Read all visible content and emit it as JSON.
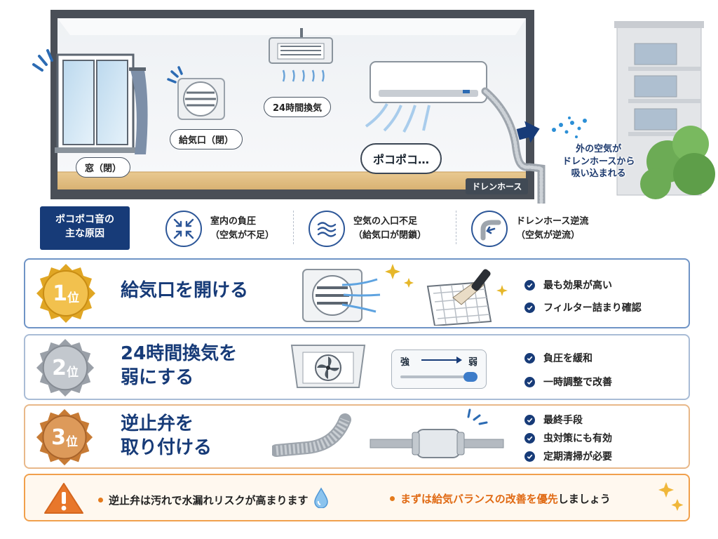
{
  "scene": {
    "window_label": "窓（閉）",
    "supply_vent_label": "給気口（閉）",
    "ventilation_label": "24時間換気",
    "sound_bubble": "ポコポコ…",
    "drain_hose_label": "ドレンホース",
    "outside_air_note": [
      "外の空気が",
      "ドレンホースから",
      "吸い込まれる"
    ]
  },
  "causes": {
    "title": [
      "ポコポコ音の",
      "主な原因"
    ],
    "items": [
      {
        "icon": "negative-pressure-icon",
        "lines": [
          "室内の負圧",
          "（空気が不足）"
        ]
      },
      {
        "icon": "air-waves-icon",
        "lines": [
          "空気の入口不足",
          "（給気口が閉鎖）"
        ]
      },
      {
        "icon": "hose-backflow-icon",
        "lines": [
          "ドレンホース逆流",
          "（空気が逆流）"
        ]
      }
    ]
  },
  "ranks": [
    {
      "num": "1",
      "unit": "位",
      "title_lines": [
        "給気口を開ける"
      ],
      "benefits": [
        "最も効果が高い",
        "フィルター詰まり確認"
      ]
    },
    {
      "num": "2",
      "unit": "位",
      "title_lines": [
        "24時間換気を",
        "弱にする"
      ],
      "slider": {
        "left": "強",
        "right": "弱"
      },
      "benefits": [
        "負圧を緩和",
        "一時調整で改善"
      ]
    },
    {
      "num": "3",
      "unit": "位",
      "title_lines": [
        "逆止弁を",
        "取り付ける"
      ],
      "benefits": [
        "最終手段",
        "虫対策にも有効",
        "定期清掃が必要"
      ]
    }
  ],
  "warning": {
    "left_text": "逆止弁は汚れで水漏れリスクが高まります",
    "right_prefix": "まずは",
    "right_highlight1": "給気バランスの改善",
    "right_middle": "を",
    "right_highlight2": "優先",
    "right_suffix": "しましょう"
  },
  "colors": {
    "navy": "#173b78",
    "gold": "#e0a624",
    "silver": "#9aa0a8",
    "bronze": "#c77b35",
    "warning_orange": "#f1a04c"
  }
}
